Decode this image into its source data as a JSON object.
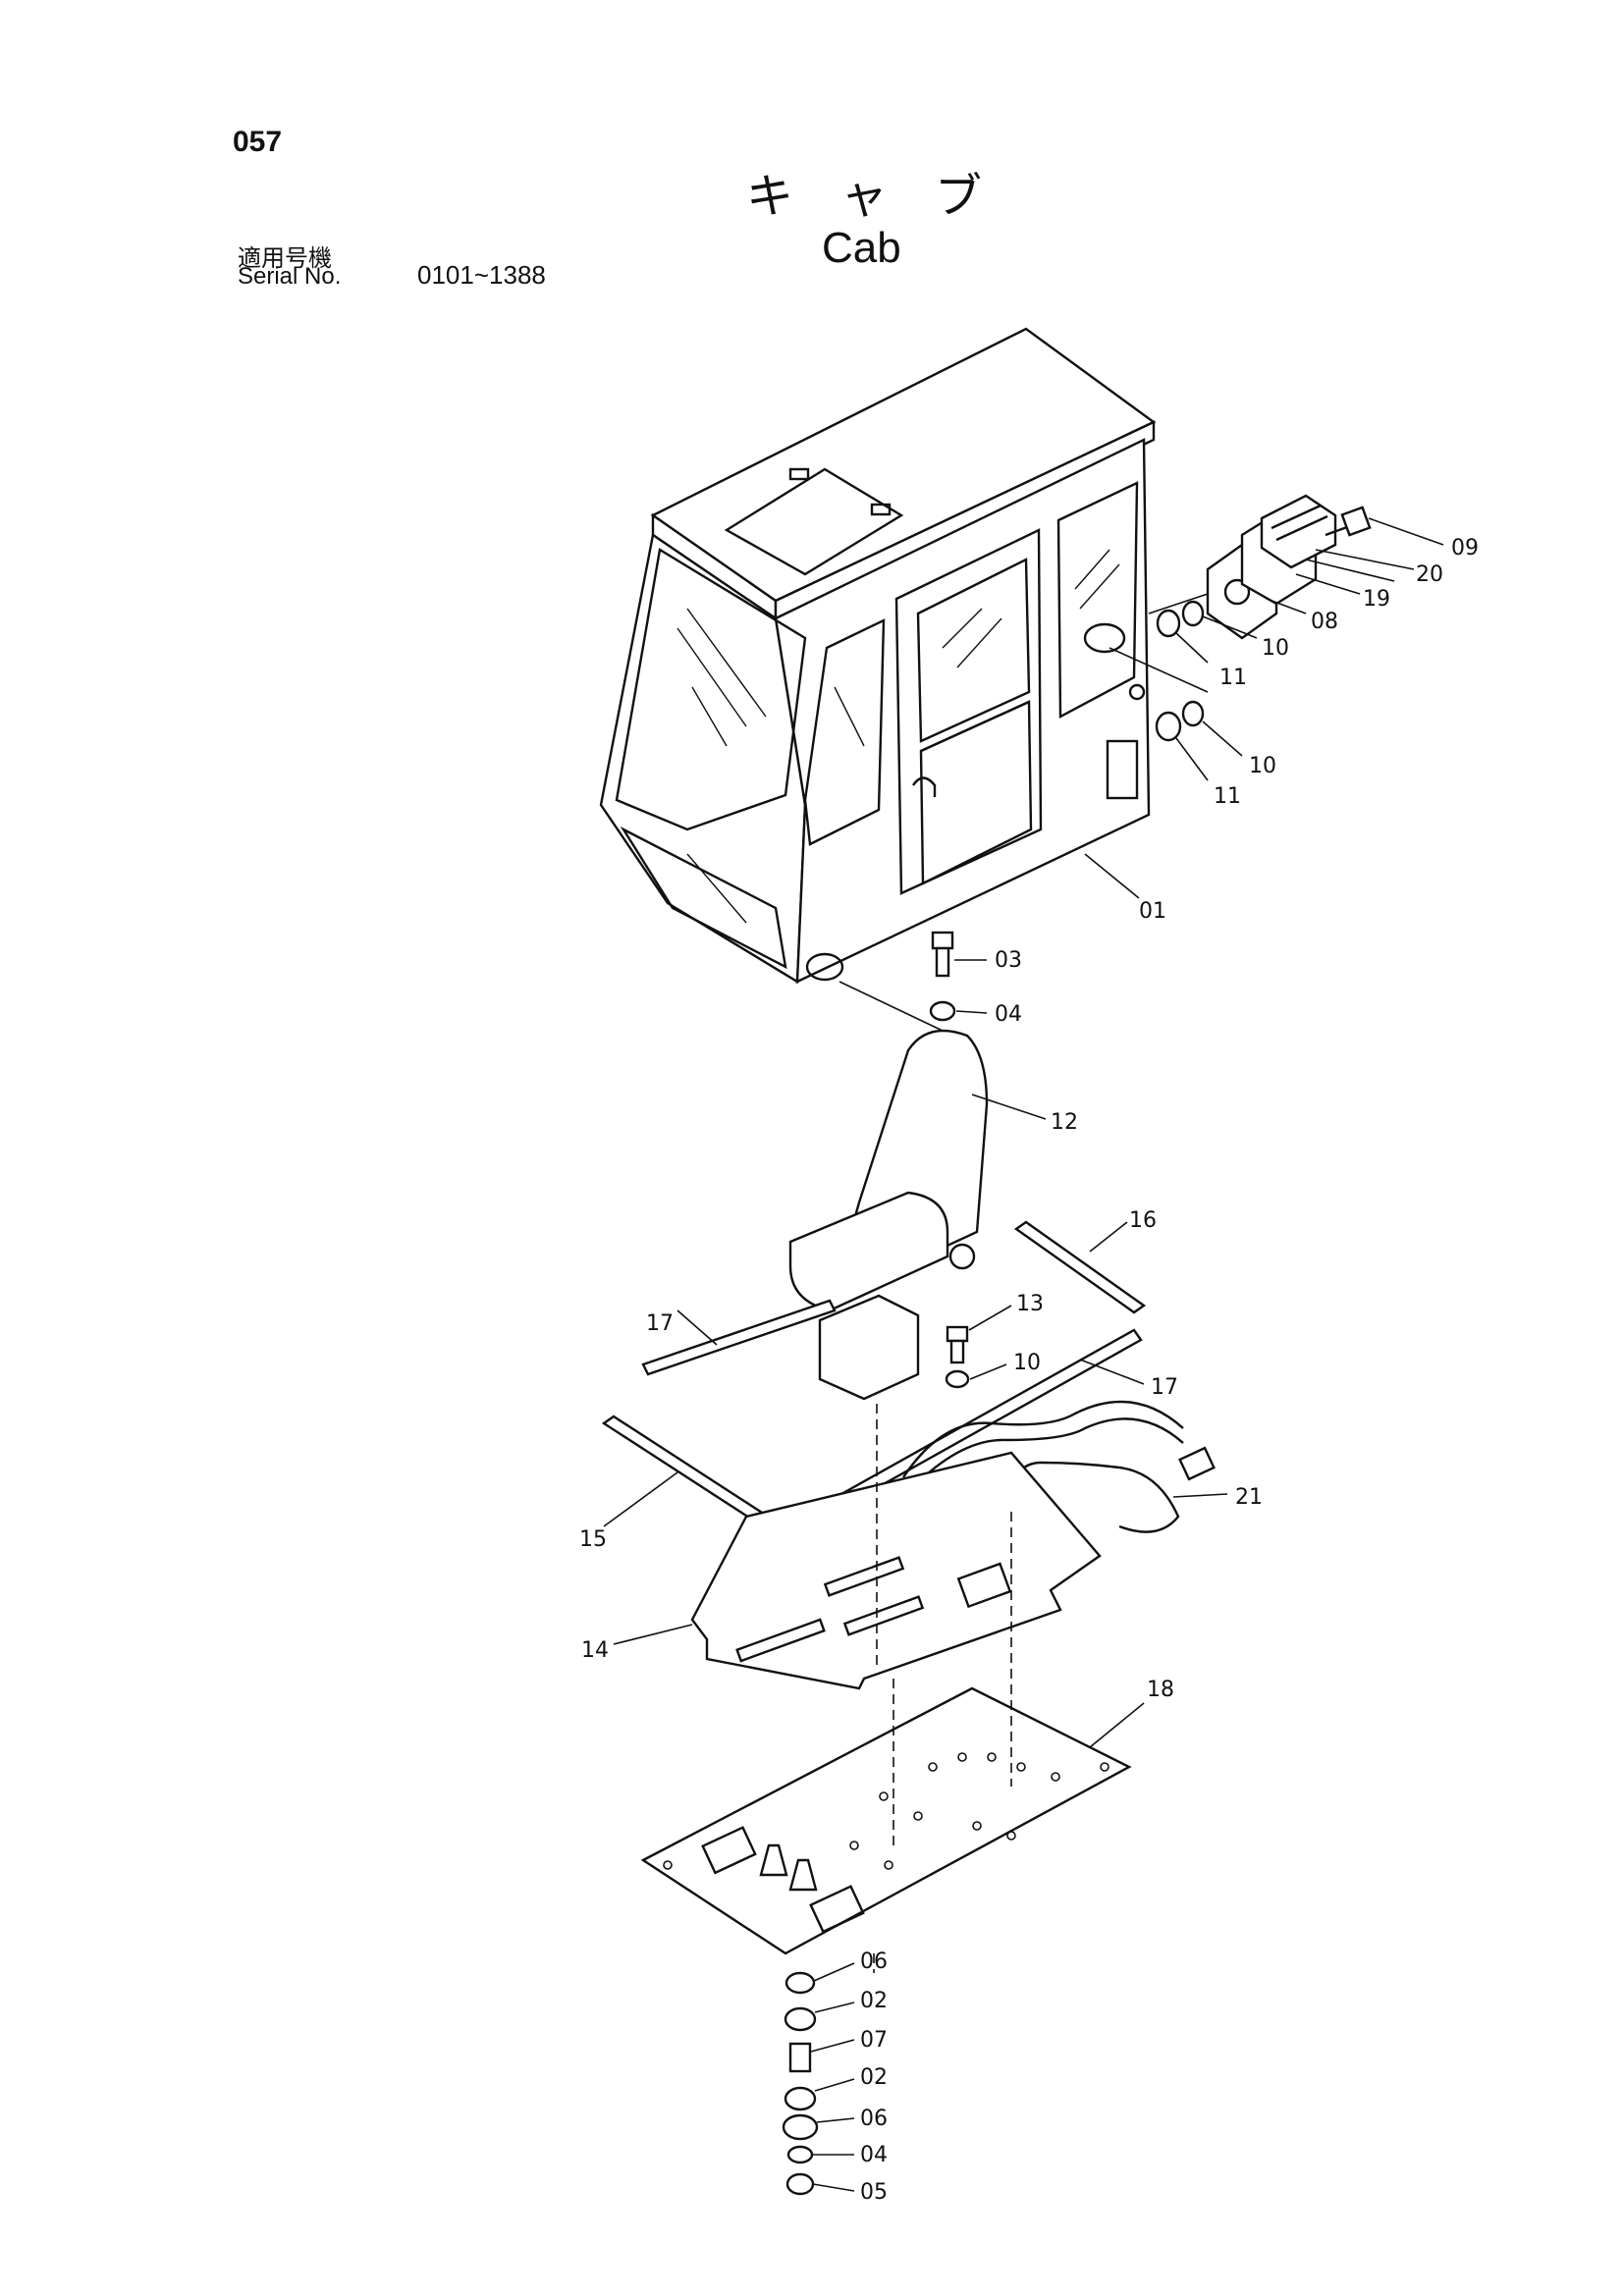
{
  "header": {
    "page_number": "057",
    "title_jp": "キャブ",
    "title_en": "Cab",
    "serial_label_jp": "適用号機",
    "serial_label_en": "Serial No.",
    "serial_range": "0101~1388"
  },
  "callouts": {
    "c01": "01",
    "c03": "03",
    "c04": "04",
    "c08": "08",
    "c09": "09",
    "c19": "19",
    "c20": "20",
    "c10a": "10",
    "c11a": "11",
    "c10b": "10",
    "c11b": "11",
    "c12": "12",
    "c13": "13",
    "c10c": "10",
    "c16": "16",
    "c17a": "17",
    "c17b": "17",
    "c15": "15",
    "c21": "21",
    "c14": "14",
    "c18": "18",
    "c06a": "06",
    "c02a": "02",
    "c07": "07",
    "c02b": "02",
    "c06b": "06",
    "c04b": "04",
    "c05": "05"
  }
}
